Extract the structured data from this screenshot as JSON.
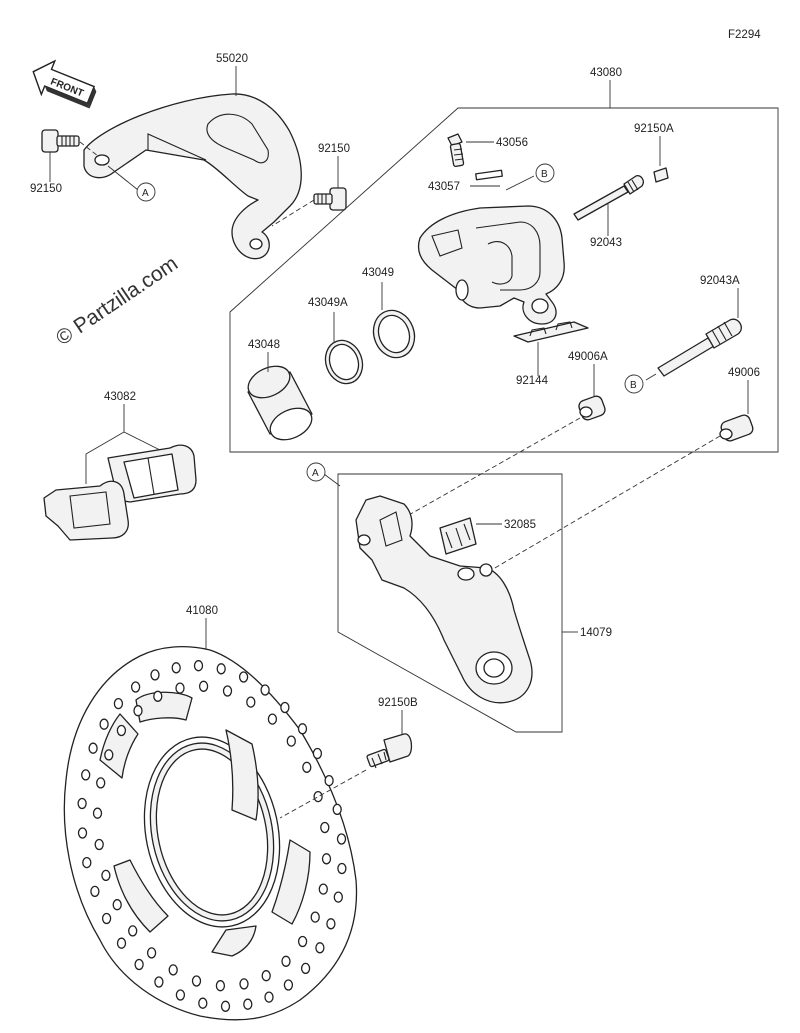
{
  "figure_code": "F2294",
  "front_label": "FRONT",
  "watermark": "© Partzilla.com",
  "refs": {
    "a": "A",
    "b": "B"
  },
  "labels": {
    "p55020": "55020",
    "p92150_left": "92150",
    "p92150_right": "92150",
    "p43080": "43080",
    "p43056": "43056",
    "p43057": "43057",
    "p92150A": "92150A",
    "p92043": "92043",
    "p43049": "43049",
    "p43049A": "43049A",
    "p43048": "43048",
    "p92144": "92144",
    "p92043A": "92043A",
    "p49006A": "49006A",
    "p49006": "49006",
    "p43082": "43082",
    "p32085": "32085",
    "p14079": "14079",
    "p41080": "41080",
    "p92150B": "92150B"
  }
}
